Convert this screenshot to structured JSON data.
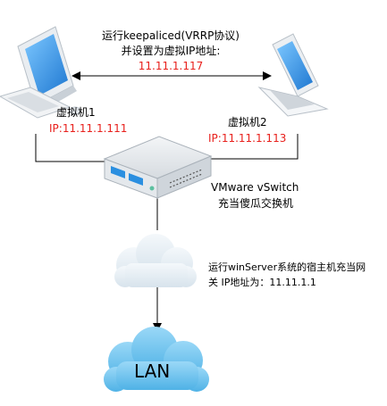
{
  "top_annotation": {
    "line1": "运行keepaliced(VRRP协议)",
    "line2": "并设置为虚拟IP地址:",
    "vip": "11.11.1.117"
  },
  "vm1": {
    "name": "虚拟机1",
    "ip": "IP:11.11.1.111"
  },
  "vm2": {
    "name": "虚拟机2",
    "ip": "IP:11.11.1.113"
  },
  "switch": {
    "line1": "VMware vSwitch",
    "line2": "充当傻瓜交换机"
  },
  "host_note": {
    "line1": "运行winServer系统的宿主机充当网",
    "line2": "关 IP地址为：11.11.1.1"
  },
  "lan": {
    "label": "LAN"
  },
  "colors": {
    "accent_red": "#e8201c",
    "cloud_blue": "#6ec3ee",
    "monitor_blue": "#2b8fe0"
  }
}
